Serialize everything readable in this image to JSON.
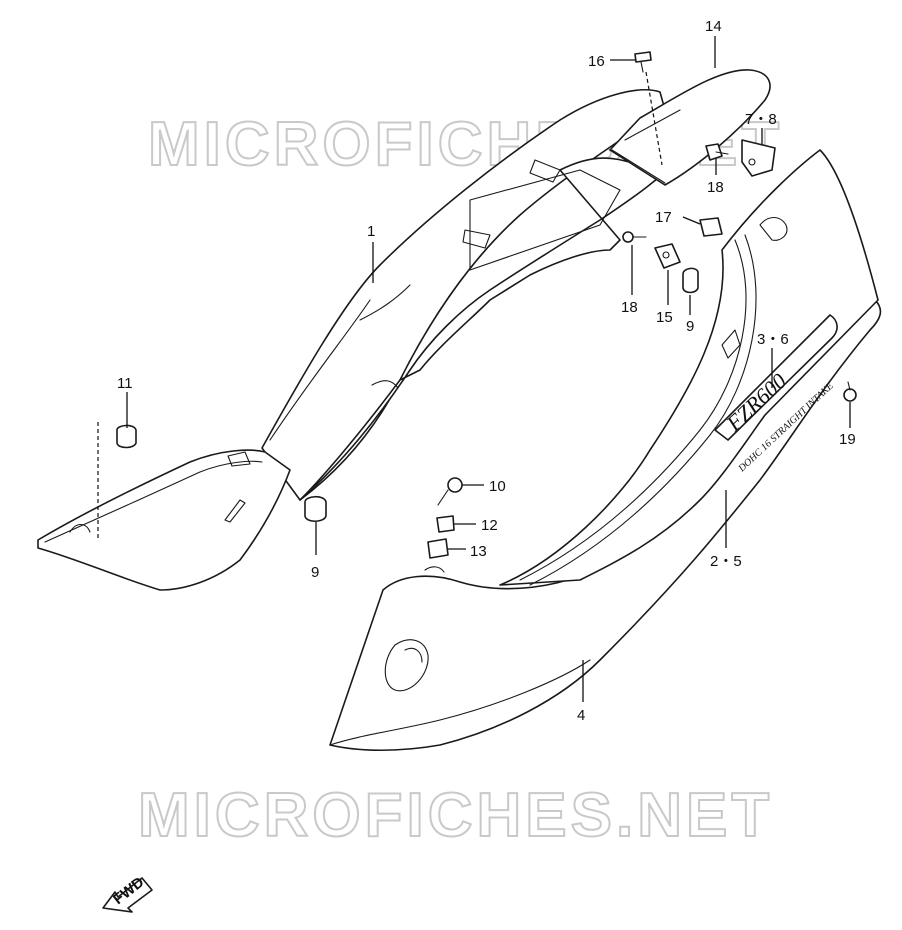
{
  "watermark": {
    "text": "MICROFICHES.NET"
  },
  "fwd_label": "FWD",
  "decal": {
    "logo_text": "FZR600",
    "subtitle_text": "DOHC 16 STRAIGHT INTAKE"
  },
  "callouts": {
    "c1": "1",
    "c2_5": "2・5",
    "c3_6": "3・6",
    "c4": "4",
    "c7_8": "7・8",
    "c9_left": "9",
    "c9_right": "9",
    "c10": "10",
    "c11": "11",
    "c12": "12",
    "c13": "13",
    "c14": "14",
    "c15": "15",
    "c16": "16",
    "c17": "17",
    "c18_upper": "18",
    "c18_lower": "18",
    "c19": "19"
  }
}
